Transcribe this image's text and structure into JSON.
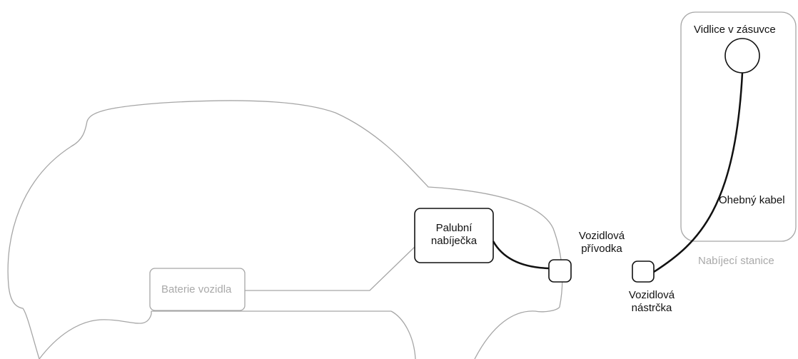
{
  "diagram": {
    "labels": {
      "battery": "Baterie vozidla",
      "onboard_charger_line1": "Palubní",
      "onboard_charger_line2": "nabíječka",
      "vehicle_inlet_line1": "Vozidlová",
      "vehicle_inlet_line2": "přívodka",
      "vehicle_connector_line1": "Vozidlová",
      "vehicle_connector_line2": "nástrčka",
      "plug_in_socket": "Vidlice v zásuvce",
      "flexible_cable": "Ohebný kabel",
      "charging_station": "Nabíjecí stanice"
    },
    "colors": {
      "outline_gray": "#a6a6a6",
      "dark_line": "#111111",
      "gray_text": "#a9a9a9"
    }
  }
}
